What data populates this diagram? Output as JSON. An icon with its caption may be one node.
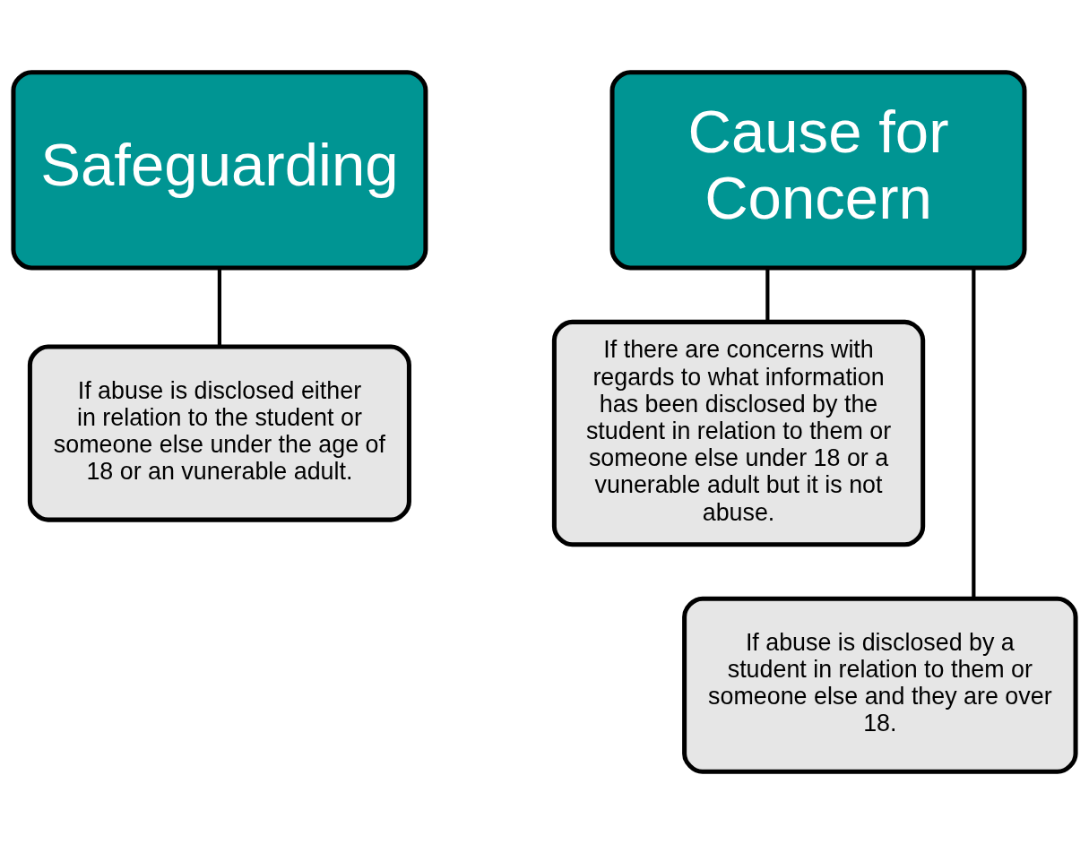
{
  "diagram": {
    "nodes": [
      {
        "text": [
          "Safeguarding"
        ]
      },
      {
        "text": [
          "If abuse is disclosed either in relation to the student or someone else under the age of 18 or an vunerable adult."
        ]
      },
      {
        "text": [
          "Cause for Concern"
        ]
      },
      {
        "text": [
          "If there are concerns with regards to what information has been disclosed by the student in relation to them or someone else under 18 or a vunerable adult but it is not abuse."
        ]
      },
      {
        "text": [
          "If abuse is disclosed by a student in relation to them or someone else and they are over 18."
        ]
      }
    ],
    "edges": [
      {
        "from": 0,
        "to": 1,
        "arrow": "none"
      },
      {
        "from": 2,
        "to": 3,
        "arrow": "none"
      },
      {
        "from": 2,
        "to": 4,
        "arrow": "none"
      }
    ]
  }
}
